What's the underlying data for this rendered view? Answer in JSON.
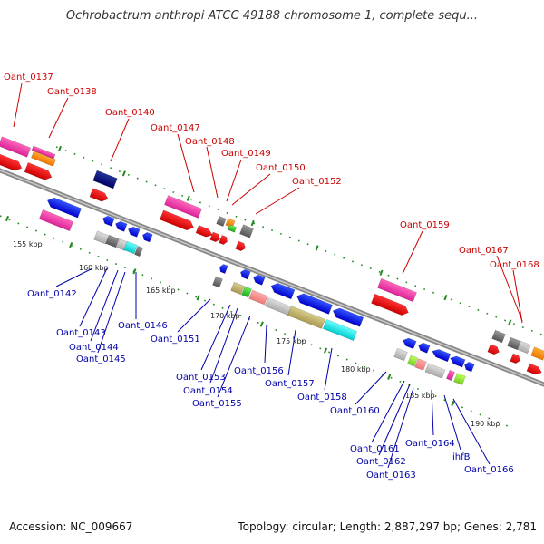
{
  "title": "Ochrobactrum anthropi ATCC 49188 chromosome 1, complete sequ...",
  "accession_text": "Accession: NC_009667",
  "summary_text": "Topology: circular; Length: 2,887,297 bp; Genes: 2,781",
  "colors": {
    "forward_label": "#cc0000",
    "reverse_label": "#0000aa",
    "tick_mark": "#228822",
    "backbone": "#909090"
  },
  "tick_labels": [
    "155 kbp",
    "160 kbp",
    "165 kbp",
    "170 kbp",
    "175 kbp",
    "180 kbp",
    "185 kbp",
    "190 kbp"
  ],
  "forward_labels": [
    "Oant_0137",
    "Oant_0138",
    "Oant_0140",
    "Oant_0147",
    "Oant_0148",
    "Oant_0149",
    "Oant_0150",
    "Oant_0152",
    "Oant_0159",
    "Oant_0167",
    "Oant_0168"
  ],
  "reverse_labels": [
    "Oant_0142",
    "Oant_0143",
    "Oant_0144",
    "Oant_0145",
    "Oant_0146",
    "Oant_0151",
    "Oant_0153",
    "Oant_0154",
    "Oant_0155",
    "Oant_0156",
    "Oant_0157",
    "Oant_0158",
    "Oant_0160",
    "Oant_0161",
    "Oant_0162",
    "Oant_0163",
    "Oant_0164",
    "ihfB",
    "Oant_0166"
  ]
}
